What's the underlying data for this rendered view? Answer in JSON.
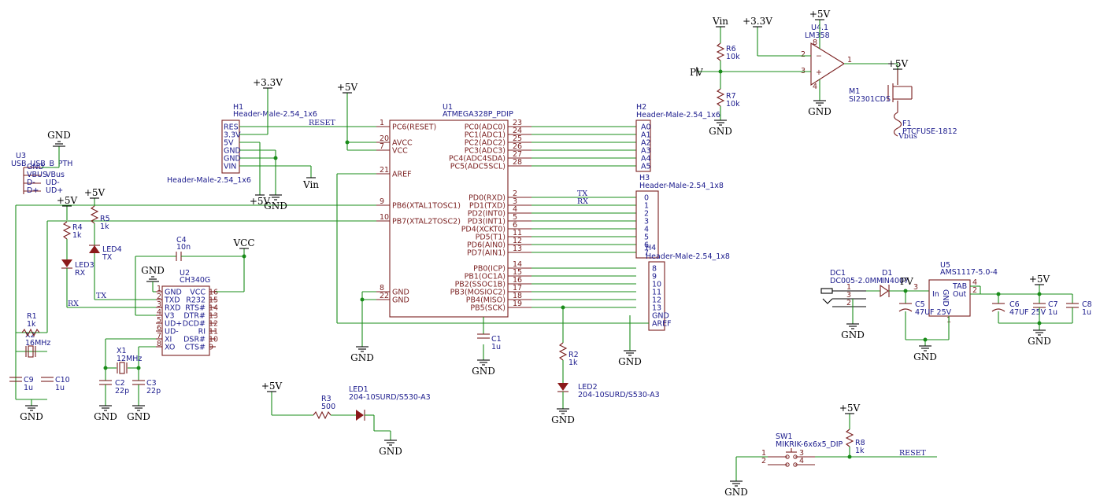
{
  "nets": {
    "p5v": "+5V",
    "p3v3": "+3.3V",
    "gnd": "GND",
    "vin": "Vin",
    "vcc": "VCC",
    "pv": "PV",
    "reset": "RESET",
    "tx": "TX",
    "rx": "RX",
    "vbus": "Vbus"
  },
  "u1": {
    "ref": "U1",
    "value": "ATMEGA328P_PDIP",
    "left_pins": [
      {
        "num": "1",
        "name": "PC6(RESET)"
      },
      {
        "num": "20",
        "name": "AVCC"
      },
      {
        "num": "7",
        "name": "VCC"
      },
      {
        "num": "21",
        "name": "AREF"
      },
      {
        "num": "9",
        "name": "PB6(XTAL1TOSC1)"
      },
      {
        "num": "10",
        "name": "PB7(XTAL2TOSC2)"
      },
      {
        "num": "8",
        "name": "GND"
      },
      {
        "num": "22",
        "name": "GND"
      }
    ],
    "right_pins": [
      {
        "num": "23",
        "name": "PC0(ADC0)"
      },
      {
        "num": "24",
        "name": "PC1(ADC1)"
      },
      {
        "num": "25",
        "name": "PC2(ADC2)"
      },
      {
        "num": "26",
        "name": "PC3(ADC3)"
      },
      {
        "num": "27",
        "name": "PC4(ADC4SDA)"
      },
      {
        "num": "28",
        "name": "PC5(ADC5SCL)"
      },
      {
        "num": "2",
        "name": "PD0(RXD)"
      },
      {
        "num": "3",
        "name": "PD1(TXD)"
      },
      {
        "num": "4",
        "name": "PD2(INT0)"
      },
      {
        "num": "5",
        "name": "PD3(INT1)"
      },
      {
        "num": "6",
        "name": "PD4(XCKT0)"
      },
      {
        "num": "11",
        "name": "PD5(T1)"
      },
      {
        "num": "12",
        "name": "PD6(AIN0)"
      },
      {
        "num": "13",
        "name": "PD7(AIN1)"
      },
      {
        "num": "14",
        "name": "PB0(ICP)"
      },
      {
        "num": "15",
        "name": "PB1(OC1A)"
      },
      {
        "num": "16",
        "name": "PB2(SSOC1B)"
      },
      {
        "num": "17",
        "name": "PB3(MOSIOC2)"
      },
      {
        "num": "18",
        "name": "PB4(MISO)"
      },
      {
        "num": "19",
        "name": "PB5(SCK)"
      }
    ]
  },
  "h1": {
    "ref": "H1",
    "value": "Header-Male-2.54_1x6",
    "pins": [
      "RES",
      "3.3V",
      "5V",
      "GND",
      "GND",
      "VIN"
    ]
  },
  "h2": {
    "ref": "H2",
    "value": "Header-Male-2.54_1x6",
    "pins": [
      "A0",
      "A1",
      "A2",
      "A3",
      "A4",
      "A5"
    ]
  },
  "h3": {
    "ref": "H3",
    "value": "Header-Male-2.54_1x8",
    "pins": [
      "0",
      "1",
      "2",
      "3",
      "4",
      "5",
      "6",
      "7"
    ]
  },
  "h4": {
    "ref": "H4",
    "value": "Header-Male-2.54_1x8",
    "pins": [
      "8",
      "9",
      "10",
      "11",
      "12",
      "13",
      "GND",
      "AREF"
    ]
  },
  "u3": {
    "ref": "U3",
    "value": "USB_USB_B_PTH",
    "pins": [
      "GND",
      "VBUS",
      "D-",
      "D+"
    ],
    "net_labels": [
      "VBus",
      "UD-",
      "UD+"
    ]
  },
  "u2": {
    "ref": "U2",
    "value": "CH340G",
    "left_pins": [
      {
        "num": "1",
        "name": "GND"
      },
      {
        "num": "2",
        "name": "TXD"
      },
      {
        "num": "3",
        "name": "RXD"
      },
      {
        "num": "4",
        "name": "V3"
      },
      {
        "num": "5",
        "name": "UD+"
      },
      {
        "num": "6",
        "name": "UD-"
      },
      {
        "num": "7",
        "name": "XI"
      },
      {
        "num": "8",
        "name": "XO"
      }
    ],
    "right_pins": [
      {
        "num": "16",
        "name": "VCC"
      },
      {
        "num": "15",
        "name": "R232"
      },
      {
        "num": "14",
        "name": "RTS#"
      },
      {
        "num": "13",
        "name": "DTR#"
      },
      {
        "num": "12",
        "name": "DCD#"
      },
      {
        "num": "11",
        "name": "RI"
      },
      {
        "num": "10",
        "name": "DSR#"
      },
      {
        "num": "9",
        "name": "CTS#"
      }
    ]
  },
  "u41": {
    "ref": "U4.1",
    "value": "LM358",
    "pins": [
      "8",
      "2",
      "3",
      "4",
      "1"
    ]
  },
  "m1": {
    "ref": "M1",
    "value": "SI2301CDS"
  },
  "f1": {
    "ref": "F1",
    "value": "PTCFUSE-1812"
  },
  "u5": {
    "ref": "U5",
    "value": "AMS1117-5.0-4",
    "pins": [
      {
        "num": "3",
        "name": "In"
      },
      {
        "num": "1",
        "name": "GND"
      },
      {
        "num": "2",
        "name": "Out"
      },
      {
        "num": "4",
        "name": "TAB"
      }
    ]
  },
  "dc1": {
    "ref": "DC1",
    "value": "DC005-2.0MM",
    "pins": [
      "1",
      "3",
      "2"
    ]
  },
  "d1": {
    "ref": "D1",
    "value": "IN4007"
  },
  "sw1": {
    "ref": "SW1",
    "value": "MIKRIK-6x6x5_DIP",
    "pins": [
      "1",
      "2",
      "3",
      "4"
    ]
  },
  "resistors": {
    "r1": {
      "ref": "R1",
      "value": "1k"
    },
    "r2": {
      "ref": "R2",
      "value": "1k"
    },
    "r3": {
      "ref": "R3",
      "value": "500"
    },
    "r4": {
      "ref": "R4",
      "value": "1k"
    },
    "r5": {
      "ref": "R5",
      "value": "1k"
    },
    "r6": {
      "ref": "R6",
      "value": "10k"
    },
    "r7": {
      "ref": "R7",
      "value": "10k"
    },
    "r8": {
      "ref": "R8",
      "value": "1k"
    }
  },
  "capacitors": {
    "c1": {
      "ref": "C1",
      "value": "1u"
    },
    "c2": {
      "ref": "C2",
      "value": "22p"
    },
    "c3": {
      "ref": "C3",
      "value": "22p"
    },
    "c4": {
      "ref": "C4",
      "value": "10n"
    },
    "c5": {
      "ref": "C5",
      "value": "47UF 25V"
    },
    "c6": {
      "ref": "C6",
      "value": "47UF 25V"
    },
    "c7": {
      "ref": "C7",
      "value": "1u"
    },
    "c8": {
      "ref": "C8",
      "value": "1u"
    },
    "c9": {
      "ref": "C9",
      "value": "1u"
    },
    "c10": {
      "ref": "C10",
      "value": "1u"
    }
  },
  "crystals": {
    "x1": {
      "ref": "X1",
      "value": "12MHz"
    },
    "x2": {
      "ref": "X2",
      "value": "16MHz"
    }
  },
  "leds": {
    "led1": {
      "ref": "LED1",
      "value": "204-10SURD/S530-A3"
    },
    "led2": {
      "ref": "LED2",
      "value": "204-10SURD/S530-A3"
    },
    "led3": {
      "ref": "LED3",
      "value": "RX"
    },
    "led4": {
      "ref": "LED4",
      "value": "TX"
    }
  }
}
